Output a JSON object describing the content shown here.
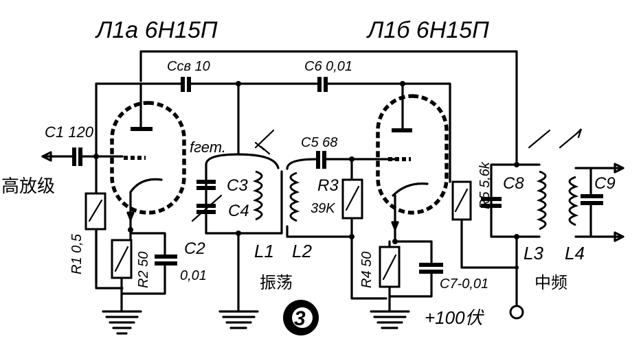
{
  "tubes": {
    "left": "Л1а 6Н15П",
    "right": "Л1б 6Н15П"
  },
  "components": {
    "c1": "C1 120",
    "ccb": "Ccв 10",
    "c6": "C6 0,01",
    "fget": "fгет.",
    "c5": "C5 68",
    "c3": "C3",
    "c4": "C4",
    "r3": "R3",
    "r3_val": "39K",
    "r5": "R5 5,6k",
    "c8": "C8",
    "c9": "C9",
    "c2": "C2",
    "c2_val": "0,01",
    "r1": "R1 0,5",
    "r2": "R2 50",
    "l1": "L1",
    "l2": "L2",
    "r4": "R4 50",
    "c7": "C7-0,01",
    "l3": "L3",
    "l4": "L4",
    "supply": "+100伏"
  },
  "chinese": {
    "rf_stage": "高放级",
    "oscillator": "振荡",
    "if_stage": "中频"
  },
  "badge": "3"
}
